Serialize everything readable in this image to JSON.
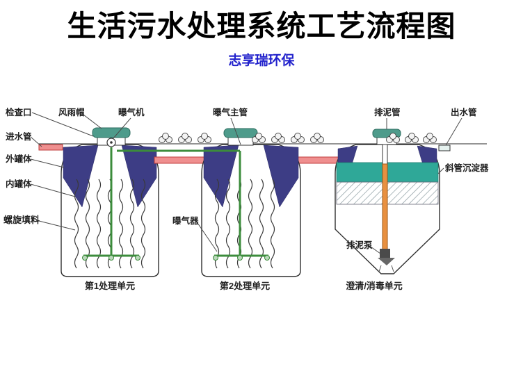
{
  "header": {
    "title": "生活污水处理系统工艺流程图",
    "subtitle": "志享瑞环保"
  },
  "labels": {
    "inspection_port": "检查口",
    "rain_cap": "风雨帽",
    "aerator": "曝气机",
    "inlet_pipe": "进水管",
    "outer_tank": "外罐体",
    "inner_tank": "内罐体",
    "spiral_packing": "螺旋填料",
    "aeration_main": "曝气主管",
    "sludge_pipe": "排泥管",
    "outlet_pipe": "出水管",
    "inclined_settler": "斜管沉淀器",
    "diffuser": "曝气器",
    "sludge_pump": "排泥泵",
    "unit1": "第1处理单元",
    "unit2": "第2处理单元",
    "unit3": "澄清/消毒单元"
  },
  "colors": {
    "subtitle_blue": "#2222cc",
    "tank_navy": "#3d3d85",
    "cap_teal": "#4e9b8b",
    "settler_teal": "#2fa898",
    "pipe_red": "#ef8f8f",
    "pipe_green": "#3c8c3c",
    "pipe_orange": "#e89040"
  }
}
